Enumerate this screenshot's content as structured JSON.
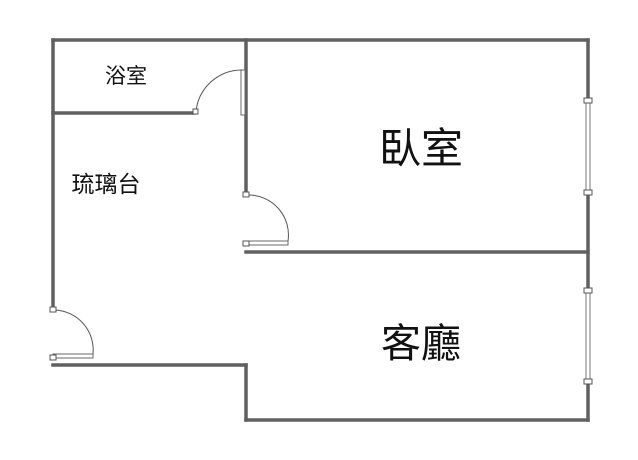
{
  "rooms": {
    "bathroom": "浴室",
    "counter": "琉璃台",
    "bedroom": "臥室",
    "living_room": "客廳"
  }
}
